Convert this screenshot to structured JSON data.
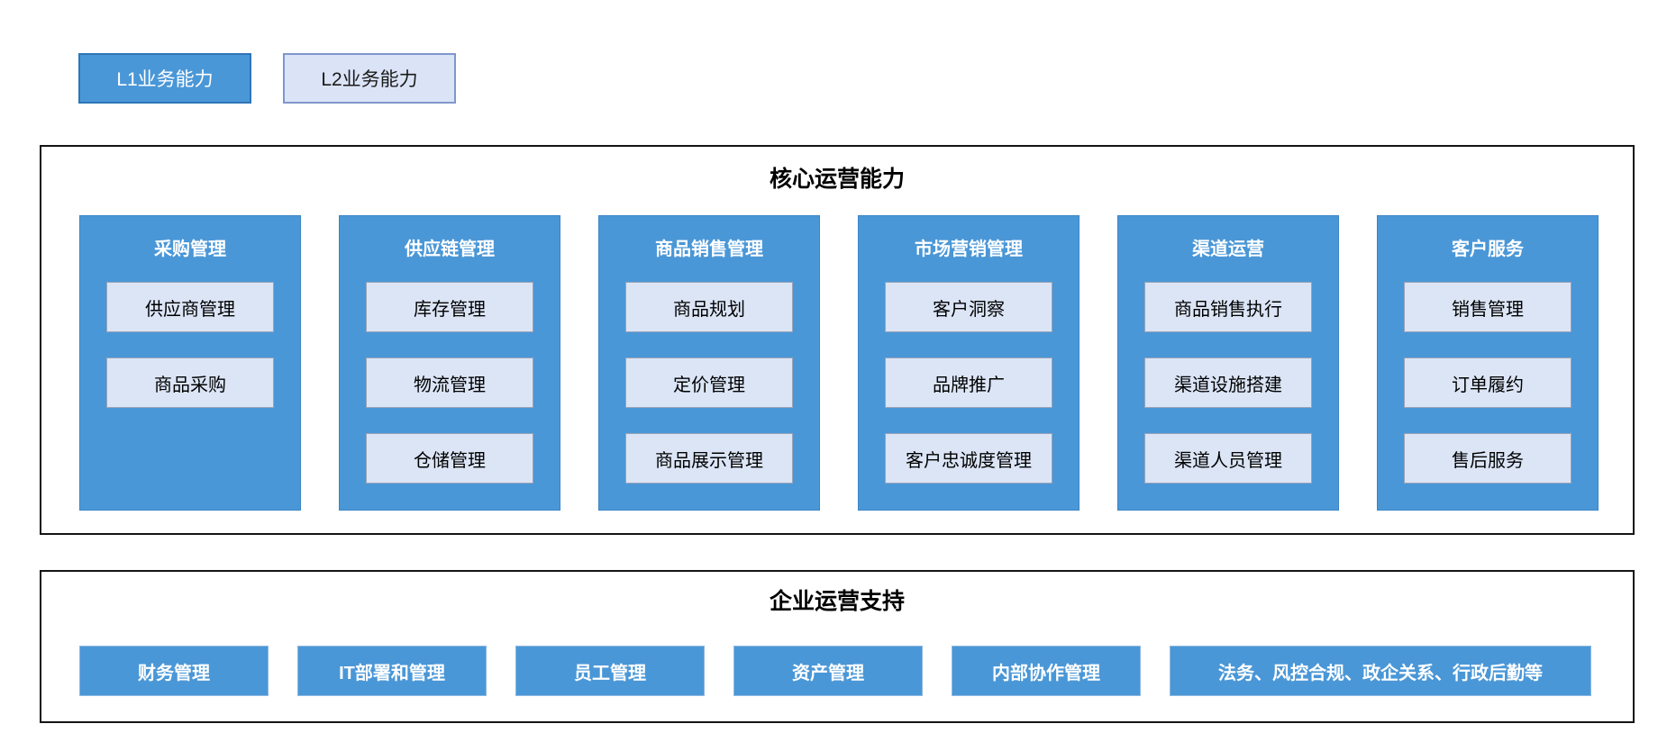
{
  "legend": {
    "l1_label": "L1业务能力",
    "l2_label": "L2业务能力"
  },
  "sections": {
    "core": {
      "title": "核心运营能力",
      "columns": [
        {
          "title": "采购管理",
          "items": [
            "供应商管理",
            "商品采购"
          ]
        },
        {
          "title": "供应链管理",
          "items": [
            "库存管理",
            "物流管理",
            "仓储管理"
          ]
        },
        {
          "title": "商品销售管理",
          "items": [
            "商品规划",
            "定价管理",
            "商品展示管理"
          ]
        },
        {
          "title": "市场营销管理",
          "items": [
            "客户洞察",
            "品牌推广",
            "客户忠诚度管理"
          ]
        },
        {
          "title": "渠道运营",
          "items": [
            "商品销售执行",
            "渠道设施搭建",
            "渠道人员管理"
          ]
        },
        {
          "title": "客户服务",
          "items": [
            "销售管理",
            "订单履约",
            "售后服务"
          ]
        }
      ]
    },
    "support": {
      "title": "企业运营支持",
      "items": [
        "财务管理",
        "IT部署和管理",
        "员工管理",
        "资产管理",
        "内部协作管理",
        "法务、风控合规、政企关系、行政后勤等"
      ]
    }
  },
  "colors": {
    "l1_blue_fill": "#4a97d7",
    "l1_blue_border": "#2e75b6",
    "l2_light_fill": "#dbe4f7",
    "l2_light_border": "#7e97cc",
    "sub_item_fill": "#dbe5f6",
    "sub_item_border": "#9aa3b8",
    "section_border": "#141414",
    "text_dark": "#000000",
    "text_light": "#ffffff"
  }
}
